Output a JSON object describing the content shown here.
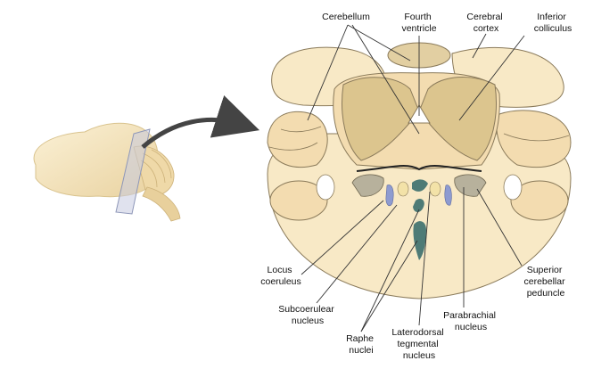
{
  "labels": {
    "cerebellum": "Cerebellum",
    "fourth_ventricle": [
      "Fourth",
      "ventricle"
    ],
    "cerebral_cortex": [
      "Cerebral",
      "cortex"
    ],
    "inferior_colliculus": [
      "Inferior",
      "colliculus"
    ],
    "locus_coeruleus": [
      "Locus",
      "coeruleus"
    ],
    "subcoerulear_nucleus": [
      "Subcoerulear",
      "nucleus"
    ],
    "raphe_nuclei": [
      "Raphe",
      "nuclei"
    ],
    "laterodorsal_tegmental_nucleus": [
      "Laterodorsal",
      "tegmental",
      "nucleus"
    ],
    "parabrachial_nucleus": [
      "Parabrachial",
      "nucleus"
    ],
    "superior_cerebellar_peduncle": [
      "Superior",
      "cerebellar",
      "peduncle"
    ]
  },
  "colors": {
    "tissue_light": "#f8e9c6",
    "tissue_mid": "#f3dcb0",
    "colliculus": "#dcc58e",
    "outline": "#8a7a5a",
    "nucleus_blue": "#8e9bd0",
    "nucleus_teal": "#4e7b76",
    "peduncle_gray": "#b7b19c",
    "arrow": "#444444"
  }
}
